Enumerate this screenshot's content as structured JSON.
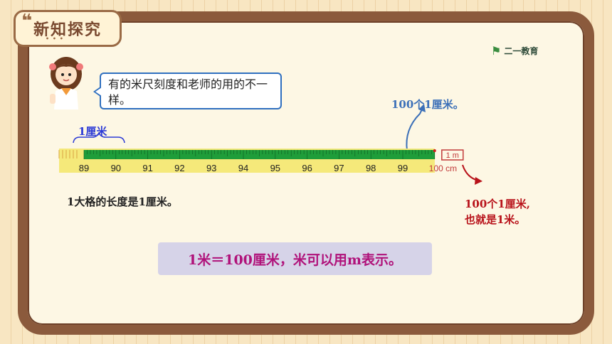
{
  "section_tab": {
    "label": "新知探究"
  },
  "logo": {
    "text": "二一教育"
  },
  "speech": {
    "text": "有的米尺刻度和老师的用的不一样。"
  },
  "labels": {
    "hundred_cm_blue": "100个1厘米。",
    "one_cm": "1厘米",
    "big_division": "1大格的长度是1厘米。",
    "hundred_cm_red_line1": "100个1厘米,",
    "hundred_cm_red_line2": "也就是1米。"
  },
  "ruler": {
    "ticks": [
      "89",
      "90",
      "91",
      "92",
      "93",
      "94",
      "95",
      "96",
      "97",
      "98",
      "99",
      "100 cm"
    ],
    "end_label": "1 m"
  },
  "summary": {
    "text": "1米＝100厘米，米可以用m表示。"
  },
  "colors": {
    "ruler_green": "#1f9d3a",
    "ruler_yellow": "#f5e97a",
    "board_brown": "#8b5a3c",
    "summary_pink": "#b0127a"
  }
}
